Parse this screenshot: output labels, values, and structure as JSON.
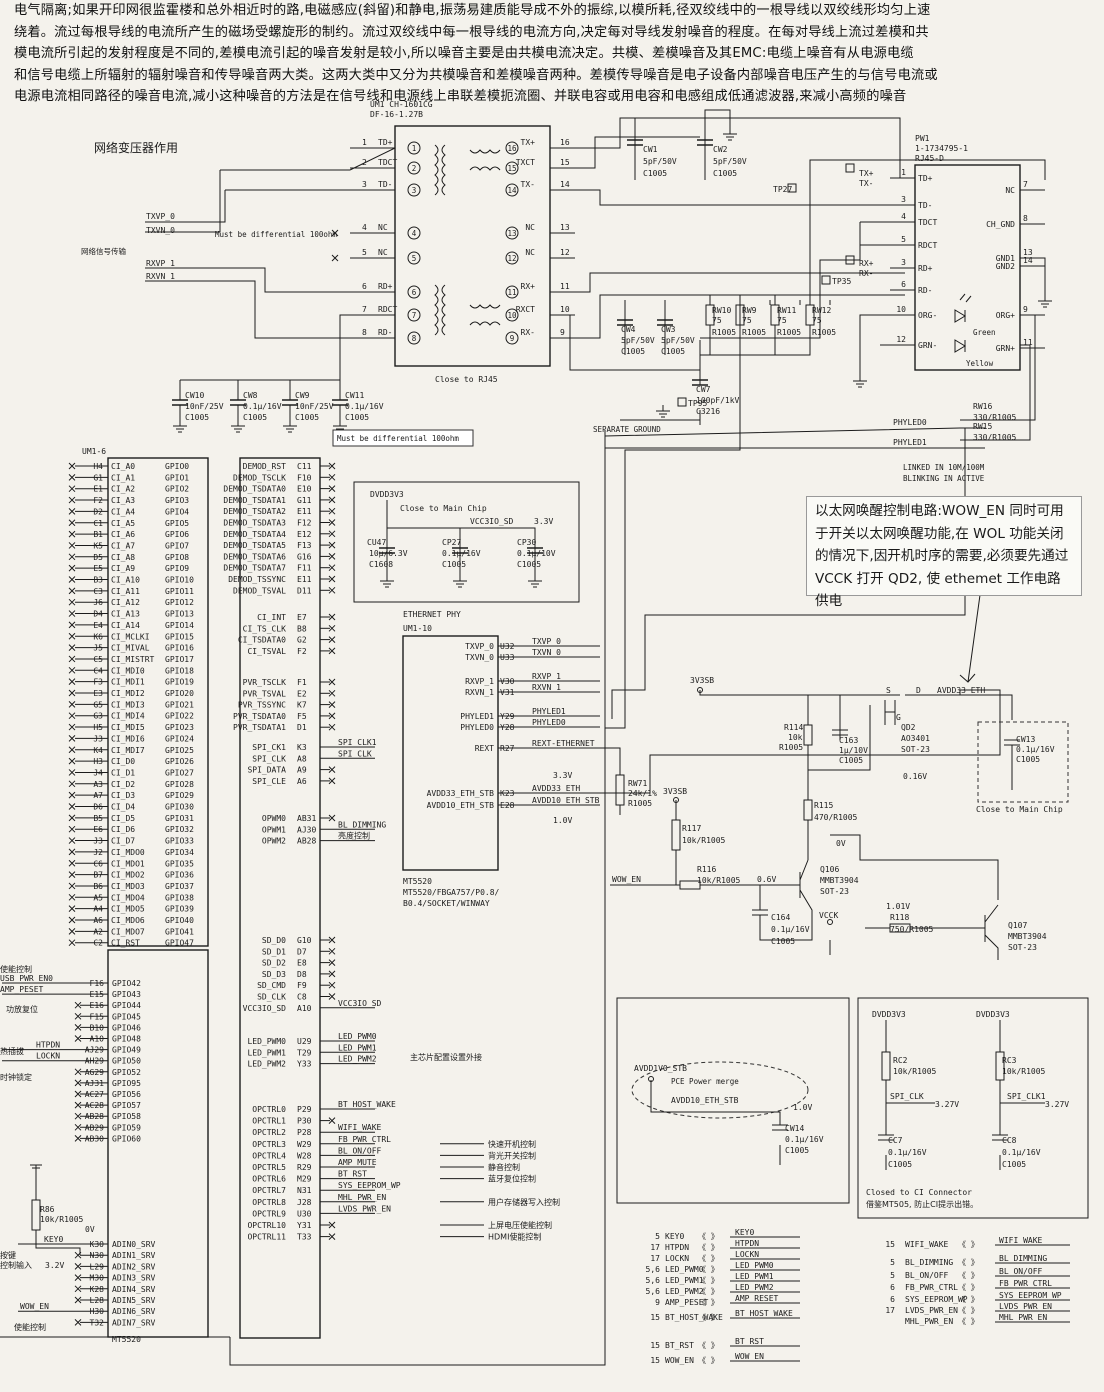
{
  "header_lines": [
    "电气隔离;如果开印网很监霍楼和总外相近时的路,电磁感应(斜留)和静电,振荡易建质能导成不外的振综,以模所耗,径双绞线中的一根导线以双绞线形均匀上速",
    "绕着。流过每根导线的电流所产生的磁场受螺旋形的制约。流过双绞线中每一根导线的电流方向,决定每对导线发射噪音的程度。在每对导线上流过差模和共",
    "模电流所引起的发射程度是不同的,差模电流引起的噪音发射是较小,所以噪音主要是由共模电流决定。共模、差模噪音及其EMC:电缆上噪音有从电源电缆",
    "和信号电缆上所辐射的辐射噪音和传导噪音两大类。这两大类中又分为共模噪音和差模噪音两种。差模传导噪音是电子设备内部噪音电压产生的与信号电流或",
    "电源电流相同路径的噪音电流,减小这种噪音的方法是在信号线和电源线上串联差模扼流圈、并联电容或用电容和电感组成低通滤波器,来减小高频的噪音"
  ],
  "labels": {
    "transformer_role": "网络变压器作用",
    "signal_transfer": "网络信号传输",
    "must_diff_1": "Must be differential 100ohm",
    "must_diff_2": "Must be differential 100ohm",
    "close_to_rj45": "Close to RJ45",
    "separate_ground": "SEPARATE GROUND",
    "linked": "LINKED IN 10M/100M",
    "blinking": "BLINKING IN ACTIVE",
    "close_main_chip": "Close to Main Chip",
    "close_main_chip2": "Close to Main Chip",
    "pce_power_merge": "PCE Power merge",
    "closed_ci": "Closed to CI Connector",
    "ci_note": "借鉴MT505, 防止CI提示出错。"
  },
  "annotation_wow": "以太网唤醒控制电路:WOW_EN 同时可用于开关以太网唤醒功能,在 WOL 功能关闭的情况下,因开机时序的需要,必须要先通过 VCCK 打开 QD2, 使 ethemet 工作电路供电",
  "transformer": {
    "ref": "UM1 CH-1601CG",
    "part": "DF-16-1.27B",
    "left_pins": [
      {
        "no": "1",
        "name": "TD+"
      },
      {
        "no": "2",
        "name": "TDCT"
      },
      {
        "no": "3",
        "name": "TD-"
      },
      {
        "no": "4",
        "name": "NC"
      },
      {
        "no": "5",
        "name": "NC"
      },
      {
        "no": "6",
        "name": "RD+"
      },
      {
        "no": "7",
        "name": "RDCT"
      },
      {
        "no": "8",
        "name": "RD-"
      }
    ],
    "right_pins": [
      {
        "no": "16",
        "name": "TX+"
      },
      {
        "no": "15",
        "name": "TXCT"
      },
      {
        "no": "14",
        "name": "TX-"
      },
      {
        "no": "13",
        "name": "NC"
      },
      {
        "no": "12",
        "name": "NC"
      },
      {
        "no": "11",
        "name": "RX+"
      },
      {
        "no": "10",
        "name": "RXCT"
      },
      {
        "no": "9",
        "name": "RX-"
      }
    ],
    "inner_left": [
      "1",
      "2",
      "3",
      "4",
      "5",
      "6",
      "7",
      "8"
    ],
    "inner_right": [
      "16",
      "15",
      "14",
      "13",
      "12",
      "11",
      "10",
      "9"
    ]
  },
  "nets_left": [
    "TXVP_0",
    "TXVN_0",
    "RXVP_1",
    "RXVN_1"
  ],
  "rj45": {
    "ref": "PW1",
    "part": "1-1734795-1",
    "type": "RJ45-D",
    "left_pins": [
      {
        "no": "1",
        "name": "TD+"
      },
      {
        "no": "3",
        "name": "TD-"
      },
      {
        "no": "4",
        "name": "TDCT"
      },
      {
        "no": "5",
        "name": "RDCT"
      },
      {
        "no": "3",
        "name": "RD+"
      },
      {
        "no": "6",
        "name": "RD-"
      },
      {
        "no": "10",
        "name": "ORG-"
      },
      {
        "no": "12",
        "name": "GRN-"
      }
    ],
    "right_pins": [
      {
        "no": "7",
        "name": "NC"
      },
      {
        "no": "8",
        "name": "CH_GND"
      },
      {
        "no": "13",
        "name": "GND1"
      },
      {
        "no": "14",
        "name": "GND2"
      },
      {
        "no": "9",
        "name": "ORG+"
      },
      {
        "no": "11",
        "name": "GRN+"
      }
    ],
    "led_green": "Green",
    "led_yellow": "Yellow"
  },
  "tx_labels": [
    "TX+",
    "TX-",
    "RX+",
    "RX-"
  ],
  "testpoints": [
    "TP27",
    "TP35",
    "TP95"
  ],
  "caps_top": [
    {
      "ref": "CW1",
      "val": "5pF/50V",
      "pkg": "C1005"
    },
    {
      "ref": "CW2",
      "val": "5pF/50V",
      "pkg": "C1005"
    }
  ],
  "caps_mid": [
    {
      "ref": "CW4",
      "val": "5pF/50V",
      "pkg": "C1005"
    },
    {
      "ref": "CW3",
      "val": "5pF/50V",
      "pkg": "C1005"
    },
    {
      "ref": "CW7",
      "val": "100pF/1kV",
      "pkg": "C3216"
    }
  ],
  "res_mid": [
    {
      "ref": "RW10",
      "val": "75",
      "pkg": "R1005"
    },
    {
      "ref": "RW9",
      "val": "75",
      "pkg": "R1005"
    },
    {
      "ref": "RW11",
      "val": "75",
      "pkg": "R1005"
    },
    {
      "ref": "RW12",
      "val": "75",
      "pkg": "R1005"
    }
  ],
  "caps_bottom": [
    {
      "ref": "CW10",
      "val": "10nF/25V",
      "pkg": "C1005"
    },
    {
      "ref": "CW8",
      "val": "0.1μ/16V",
      "pkg": "C1005"
    },
    {
      "ref": "CW9",
      "val": "10nF/25V",
      "pkg": "C1005"
    },
    {
      "ref": "CW11",
      "val": "0.1μ/16V",
      "pkg": "C1005"
    }
  ],
  "led_res": [
    {
      "net": "PHYLED0",
      "ref": "RW16",
      "val": "330/R1005"
    },
    {
      "net": "PHYLED1",
      "ref": "RW15",
      "val": "330/R1005"
    }
  ],
  "um1_6": {
    "ref": "UM1-6",
    "chip": "MT5520",
    "ci_pins": [
      {
        "pin": "H4",
        "a": "CI_A0",
        "b": "GPIO0"
      },
      {
        "pin": "G1",
        "a": "CI_A1",
        "b": "GPIO1"
      },
      {
        "pin": "E1",
        "a": "CI_A2",
        "b": "GPIO2"
      },
      {
        "pin": "F2",
        "a": "CI_A3",
        "b": "GPIO3"
      },
      {
        "pin": "D2",
        "a": "CI_A4",
        "b": "GPIO4"
      },
      {
        "pin": "C1",
        "a": "CI_A5",
        "b": "GPIO5"
      },
      {
        "pin": "B1",
        "a": "CI_A6",
        "b": "GPIO6"
      },
      {
        "pin": "K5",
        "a": "CI_A7",
        "b": "GPIO7"
      },
      {
        "pin": "D5",
        "a": "CI_A8",
        "b": "GPIO8"
      },
      {
        "pin": "E5",
        "a": "CI_A9",
        "b": "GPIO9"
      },
      {
        "pin": "B3",
        "a": "CI_A10",
        "b": "GPIO10"
      },
      {
        "pin": "C3",
        "a": "CI_A11",
        "b": "GPIO11"
      },
      {
        "pin": "J6",
        "a": "CI_A12",
        "b": "GPIO12"
      },
      {
        "pin": "D4",
        "a": "CI_A13",
        "b": "GPIO13"
      },
      {
        "pin": "E4",
        "a": "CI_A14",
        "b": "GPIO14"
      },
      {
        "pin": "K6",
        "a": "CI_MCLKI",
        "b": "GPIO15"
      },
      {
        "pin": "J5",
        "a": "CI_MIVAL",
        "b": "GPIO16"
      },
      {
        "pin": "C5",
        "a": "CI_MISTRT",
        "b": "GPIO17"
      },
      {
        "pin": "C4",
        "a": "CI_MDI0",
        "b": "GPIO18"
      },
      {
        "pin": "F3",
        "a": "CI_MDI1",
        "b": "GPIO19"
      },
      {
        "pin": "E3",
        "a": "CI_MDI2",
        "b": "GPIO20"
      },
      {
        "pin": "G5",
        "a": "CI_MDI3",
        "b": "GPIO21"
      },
      {
        "pin": "G3",
        "a": "CI_MDI4",
        "b": "GPIO22"
      },
      {
        "pin": "H5",
        "a": "CI_MDI5",
        "b": "GPIO23"
      },
      {
        "pin": "J3",
        "a": "CI_MDI6",
        "b": "GPIO24"
      },
      {
        "pin": "K4",
        "a": "CI_MDI7",
        "b": "GPIO25"
      },
      {
        "pin": "H3",
        "a": "CI_D0",
        "b": "GPIO26"
      },
      {
        "pin": "J4",
        "a": "CI_D1",
        "b": "GPIO27"
      },
      {
        "pin": "A3",
        "a": "CI_D2",
        "b": "GPIO28"
      },
      {
        "pin": "A7",
        "a": "CI_D3",
        "b": "GPIO29"
      },
      {
        "pin": "D6",
        "a": "CI_D4",
        "b": "GPIO30"
      },
      {
        "pin": "B5",
        "a": "CI_D5",
        "b": "GPIO31"
      },
      {
        "pin": "E6",
        "a": "CI_D6",
        "b": "GPIO32"
      },
      {
        "pin": "J3",
        "a": "CI_D7",
        "b": "GPIO33"
      },
      {
        "pin": "J2",
        "a": "CI_MDO0",
        "b": "GPIO34"
      },
      {
        "pin": "C6",
        "a": "CI_MDO1",
        "b": "GPIO35"
      },
      {
        "pin": "B7",
        "a": "CI_MDO2",
        "b": "GPIO36"
      },
      {
        "pin": "B6",
        "a": "CI_MDO3",
        "b": "GPIO37"
      },
      {
        "pin": "A5",
        "a": "CI_MDO4",
        "b": "GPIO38"
      },
      {
        "pin": "A4",
        "a": "CI_MDO5",
        "b": "GPIO39"
      },
      {
        "pin": "A6",
        "a": "CI_MDO6",
        "b": "GPIO40"
      },
      {
        "pin": "A2",
        "a": "CI_MDO7",
        "b": "GPIO41"
      },
      {
        "pin": "C2",
        "a": "CI_RST",
        "b": "GPIO47"
      }
    ],
    "demod_pins": [
      {
        "name": "DEMOD_RST",
        "pin": "C11"
      },
      {
        "name": "DEMOD_TSCLK",
        "pin": "F10"
      },
      {
        "name": "DEMOD_TSDATA0",
        "pin": "E10"
      },
      {
        "name": "DEMOD_TSDATA1",
        "pin": "G11"
      },
      {
        "name": "DEMOD_TSDATA2",
        "pin": "E11"
      },
      {
        "name": "DEMOD_TSDATA3",
        "pin": "F12"
      },
      {
        "name": "DEMOD_TSDATA4",
        "pin": "E12"
      },
      {
        "name": "DEMOD_TSDATA5",
        "pin": "F13"
      },
      {
        "name": "DEMOD_TSDATA6",
        "pin": "G16"
      },
      {
        "name": "DEMOD_TSDATA7",
        "pin": "F11"
      },
      {
        "name": "DEMOD_TSSYNC",
        "pin": "E11"
      },
      {
        "name": "DEMOD_TSVAL",
        "pin": "D11"
      }
    ],
    "ci_ctrl_pins": [
      {
        "name": "CI_INT",
        "pin": "E7"
      },
      {
        "name": "CI_TS_CLK",
        "pin": "B8"
      },
      {
        "name": "CI_TSDATA0",
        "pin": "G2"
      },
      {
        "name": "CI_TSVAL",
        "pin": "F2"
      }
    ],
    "pvr_pins": [
      {
        "name": "PVR_TSCLK",
        "pin": "F1"
      },
      {
        "name": "PVR_TSVAL",
        "pin": "E2"
      },
      {
        "name": "PVR_TSSYNC",
        "pin": "K7"
      },
      {
        "name": "PVR_TSDATA0",
        "pin": "F5"
      },
      {
        "name": "PVR_TSDATA1",
        "pin": "D1"
      }
    ],
    "spi_pins": [
      {
        "name": "SPI_CK1",
        "pin": "K3",
        "net": "SPI_CLK1"
      },
      {
        "name": "SPI_CLK",
        "pin": "A8",
        "net": "SPI_CLK"
      },
      {
        "name": "SPI_DATA",
        "pin": "A9",
        "net": ""
      },
      {
        "name": "SPI_CLE",
        "pin": "A6",
        "net": ""
      }
    ],
    "opwm_pins": [
      {
        "name": "OPWM0",
        "pin": "AB31",
        "net": ""
      },
      {
        "name": "OPWM1",
        "pin": "AJ30",
        "net": "BL_DIMMING"
      },
      {
        "name": "OPWM2",
        "pin": "AB28",
        "net": "亮度控制"
      }
    ],
    "sd_pins": [
      {
        "name": "SD_D0",
        "pin": "G10"
      },
      {
        "name": "SD_D1",
        "pin": "D7"
      },
      {
        "name": "SD_D2",
        "pin": "E8"
      },
      {
        "name": "SD_D3",
        "pin": "D8"
      },
      {
        "name": "SD_CMD",
        "pin": "F9"
      },
      {
        "name": "SD_CLK",
        "pin": "C8"
      },
      {
        "name": "VCC3IO_SD",
        "pin": "A10",
        "net": "VCC3IO_SD"
      }
    ],
    "led_pwm_pins": [
      {
        "name": "LED_PWM0",
        "pin": "U29",
        "net": "LED_PWM0"
      },
      {
        "name": "LED_PWM1",
        "pin": "T29",
        "net": "LED_PWM1"
      },
      {
        "name": "LED_PWM2",
        "pin": "Y33",
        "net": "LED_PWM2"
      }
    ],
    "led_pwm_note": "主芯片配置设置外接",
    "opctrl_pins": [
      {
        "name": "OPCTRL0",
        "pin": "P29",
        "net": "BT_HOST_WAKE",
        "note": ""
      },
      {
        "name": "OPCTRL1",
        "pin": "P30",
        "net": "",
        "note": ""
      },
      {
        "name": "OPCTRL2",
        "pin": "P28",
        "net": "WIFI_WAKE",
        "note": ""
      },
      {
        "name": "OPCTRL3",
        "pin": "W29",
        "net": "FB_PWR_CTRL",
        "note": "快速开机控制"
      },
      {
        "name": "OPCTRL4",
        "pin": "W28",
        "net": "BL_ON/OFF",
        "note": "背光开关控制"
      },
      {
        "name": "OPCTRL5",
        "pin": "R29",
        "net": "AMP_MUTE",
        "note": "静音控制"
      },
      {
        "name": "OPCTRL6",
        "pin": "M29",
        "net": "BT_RST",
        "note": "蓝牙复位控制"
      },
      {
        "name": "OPCTRL7",
        "pin": "N31",
        "net": "SYS_EEPROM_WP",
        "note": ""
      },
      {
        "name": "OPCTRL8",
        "pin": "J28",
        "net": "MHL_PWR_EN",
        "note": "用户存储器写入控制"
      },
      {
        "name": "OPCTRL9",
        "pin": "U30",
        "net": "LVDS_PWR_EN",
        "note": ""
      },
      {
        "name": "OPCTRL10",
        "pin": "Y31",
        "net": "",
        "note": "上屏电压使能控制"
      },
      {
        "name": "OPCTRL11",
        "pin": "T33",
        "net": "",
        "note": "HDMI使能控制"
      }
    ],
    "gpio_left": [
      {
        "net": "USB_PWR_EN0",
        "pin": "F16",
        "name": "GPIO42"
      },
      {
        "net": "AMP_PESET",
        "pin": "E15",
        "name": "GPIO43"
      },
      {
        "net": "",
        "pin": "E16",
        "name": "GPIO44"
      },
      {
        "net": "",
        "pin": "F15",
        "name": "GPIO45"
      },
      {
        "net": "",
        "pin": "B10",
        "name": "GPIO46"
      },
      {
        "net": "",
        "pin": "A10",
        "name": "GPIO48"
      },
      {
        "net": "HTPDN",
        "pin": "AJ29",
        "name": "GPIO49"
      },
      {
        "net": "LOCKN",
        "pin": "AH29",
        "name": "GPIO50"
      },
      {
        "net": "",
        "pin": "AG29",
        "name": "GPIO52"
      },
      {
        "net": "",
        "pin": "AJ31",
        "name": "GPIO95"
      },
      {
        "net": "",
        "pin": "AC27",
        "name": "GPIO56"
      },
      {
        "net": "",
        "pin": "AC28",
        "name": "GPIO57"
      },
      {
        "net": "",
        "pin": "AB28",
        "name": "GPIO58"
      },
      {
        "net": "",
        "pin": "AB29",
        "name": "GPIO59"
      },
      {
        "net": "",
        "pin": "AB30",
        "name": "GPIO60"
      }
    ],
    "gpio_notes": [
      "使能控制",
      "功放复位",
      "热插拔",
      "时钟锁定"
    ],
    "adc_pins": [
      {
        "net": "KEY0",
        "pin": "K30",
        "name": "ADIN0_SRV"
      },
      {
        "net": "",
        "pin": "N30",
        "name": "ADIN1_SRV"
      },
      {
        "net": "",
        "pin": "L29",
        "name": "ADIN2_SRV"
      },
      {
        "net": "",
        "pin": "M30",
        "name": "ADIN3_SRV"
      },
      {
        "net": "",
        "pin": "K28",
        "name": "ADIN4_SRV"
      },
      {
        "net": "",
        "pin": "L28",
        "name": "ADIN5_SRV"
      },
      {
        "net": "WOW_EN",
        "pin": "H30",
        "name": "ADIN6_SRV"
      },
      {
        "net": "",
        "pin": "T32",
        "name": "ADIN7_SRV"
      }
    ],
    "adc_notes": [
      "按键",
      "控制输入",
      "使能控制"
    ],
    "r86": {
      "ref": "R86",
      "val": "10k/R1005",
      "v": "0V"
    },
    "v_key": "3.2V"
  },
  "phy": {
    "title": "ETHERNET PHY",
    "ref": "UM1-10",
    "chip": "MT5520",
    "pkg": "MT5520/FBGA757/P0.8/",
    "pkg2": "B0.4/SOCKET/WINWAY",
    "pins": [
      {
        "name": "TXVP_0",
        "pin": "U32",
        "net": "TXVP_0"
      },
      {
        "name": "TXVN_0",
        "pin": "U33",
        "net": "TXVN_0"
      },
      {
        "name": "RXVP_1",
        "pin": "V30",
        "net": "RXVP_1"
      },
      {
        "name": "RXVN_1",
        "pin": "V31",
        "net": "RXVN_1"
      },
      {
        "name": "PHYLED1",
        "pin": "Y29",
        "net": "PHYLED1"
      },
      {
        "name": "PHYLED0",
        "pin": "Y28",
        "net": "PHYLED0"
      },
      {
        "name": "REXT",
        "pin": "R27",
        "net": "REXT-ETHERNET"
      },
      {
        "name": "AVDD33_ETH_STB",
        "pin": "K23",
        "net": "AVDD33_ETH"
      },
      {
        "name": "AVDD10_ETH_STB",
        "pin": "E28",
        "net": "AVDD10_ETH_STB"
      }
    ],
    "v33": "3.3V",
    "v10": "1.0V",
    "rw71": {
      "ref": "RW71",
      "val": "24k/1%",
      "pkg": "R1005"
    }
  },
  "power_box": {
    "rail": "DVDD3V3",
    "rail2": "VCC3IO_SD",
    "v": "3.3V",
    "caps": [
      {
        "ref": "CU47",
        "val": "10μ/6.3V",
        "pkg": "C1608"
      },
      {
        "ref": "CP27",
        "val": "0.1μ/16V",
        "pkg": "C1005"
      },
      {
        "ref": "CP30",
        "val": "0.1μ/10V",
        "pkg": "C1005"
      }
    ]
  },
  "wow": {
    "rail_3v3sb": "3V3SB",
    "rail_3v3sb2": "3V3SB",
    "avdd33": "AVDD33_ETH",
    "r114": {
      "ref": "R114",
      "val": "10k",
      "pkg": "R1005"
    },
    "c163": {
      "ref": "C163",
      "val": "1μ/10V",
      "pkg": "C1005"
    },
    "qd2": {
      "ref": "QD2",
      "part": "AO3401",
      "pkg": "SOT-23"
    },
    "qd2_pins": [
      "S",
      "D",
      "G"
    ],
    "v_016": "0.16V",
    "cw13": {
      "ref": "CW13",
      "val": "0.1μ/16V",
      "pkg": "C1005"
    },
    "r115": {
      "ref": "R115",
      "val": "470/R1005"
    },
    "v0": "0V",
    "r117": {
      "ref": "R117",
      "val": "10k/R1005"
    },
    "r116": {
      "ref": "R116",
      "val": "10k/R1005"
    },
    "wow_en": "WOW_EN",
    "v06": "0.6V",
    "q106": {
      "ref": "Q106",
      "part": "MMBT3904",
      "pkg": "SOT-23"
    },
    "c164": {
      "ref": "C164",
      "val": "0.1μ/16V",
      "pkg": "C1005"
    },
    "vcck": "VCCK",
    "v101": "1.01V",
    "r118": {
      "ref": "R118",
      "val": "750/R1005"
    },
    "q107": {
      "ref": "Q107",
      "part": "MMBT3904",
      "pkg": "SOT-23"
    }
  },
  "avdd10_box": {
    "net": "AVDD1V0_STB",
    "net2": "AVDD10_ETH_STB",
    "v": "1.0V",
    "cw14": {
      "ref": "CW14",
      "val": "0.1μ/16V",
      "pkg": "C1005"
    }
  },
  "spi_box": {
    "rail1": "DVDD3V3",
    "rail2": "DVDD3V3",
    "rc2": {
      "ref": "RC2",
      "val": "10k/R1005"
    },
    "rc3": {
      "ref": "RC3",
      "val": "10k/R1005"
    },
    "net1": "SPI_CLK",
    "net2": "SPI_CLK1",
    "v1": "3.27V",
    "v2": "3.27V",
    "cc7": {
      "ref": "CC7",
      "val": "0.1μ/16V",
      "pkg": "C1005"
    },
    "cc8": {
      "ref": "CC8",
      "val": "0.1μ/16V",
      "pkg": "C1005"
    }
  },
  "offpage_left": [
    {
      "no": "5",
      "name": "KEY0"
    },
    {
      "no": "17",
      "name": "HTPDN"
    },
    {
      "no": "17",
      "name": "LOCKN"
    },
    {
      "no": "5,6",
      "name": "LED_PWM0"
    },
    {
      "no": "5,6",
      "name": "LED_PWM1"
    },
    {
      "no": "5,6",
      "name": "LED_PWM2"
    },
    {
      "no": "9",
      "name": "AMP_PESET"
    },
    {
      "no": "15",
      "name": "BT_HOST_WAKE"
    },
    {
      "no": "15",
      "name": "BT_RST"
    },
    {
      "no": "15",
      "name": "WOW_EN"
    }
  ],
  "offpage_left_nets": [
    "KEY0",
    "HTPDN",
    "LOCKN",
    "LED_PWM0",
    "LED_PWM1",
    "LED_PWM2",
    "AMP_RESET",
    "BT_HOST_WAKE",
    "BT_RST",
    "WOW_EN"
  ],
  "offpage_right": [
    {
      "no": "15",
      "name": "WIFI_WAKE"
    },
    {
      "no": "5",
      "name": "BL_DIMMING"
    },
    {
      "no": "5",
      "name": "BL_ON/OFF"
    },
    {
      "no": "6",
      "name": "FB_PWR_CTRL"
    },
    {
      "no": "6",
      "name": "SYS_EEPROM_WP"
    },
    {
      "no": "17",
      "name": "LVDS_PWR_EN"
    },
    {
      "no": "",
      "name": "MHL_PWR_EN"
    }
  ],
  "offpage_right_nets": [
    "WIFI_WAKE",
    "BL_DIMMING",
    "BL_ON/OFF",
    "FB_PWR_CTRL",
    "SYS_EEPROM_WP",
    "LVDS_PWR_EN",
    "MHL_PWR_EN"
  ]
}
